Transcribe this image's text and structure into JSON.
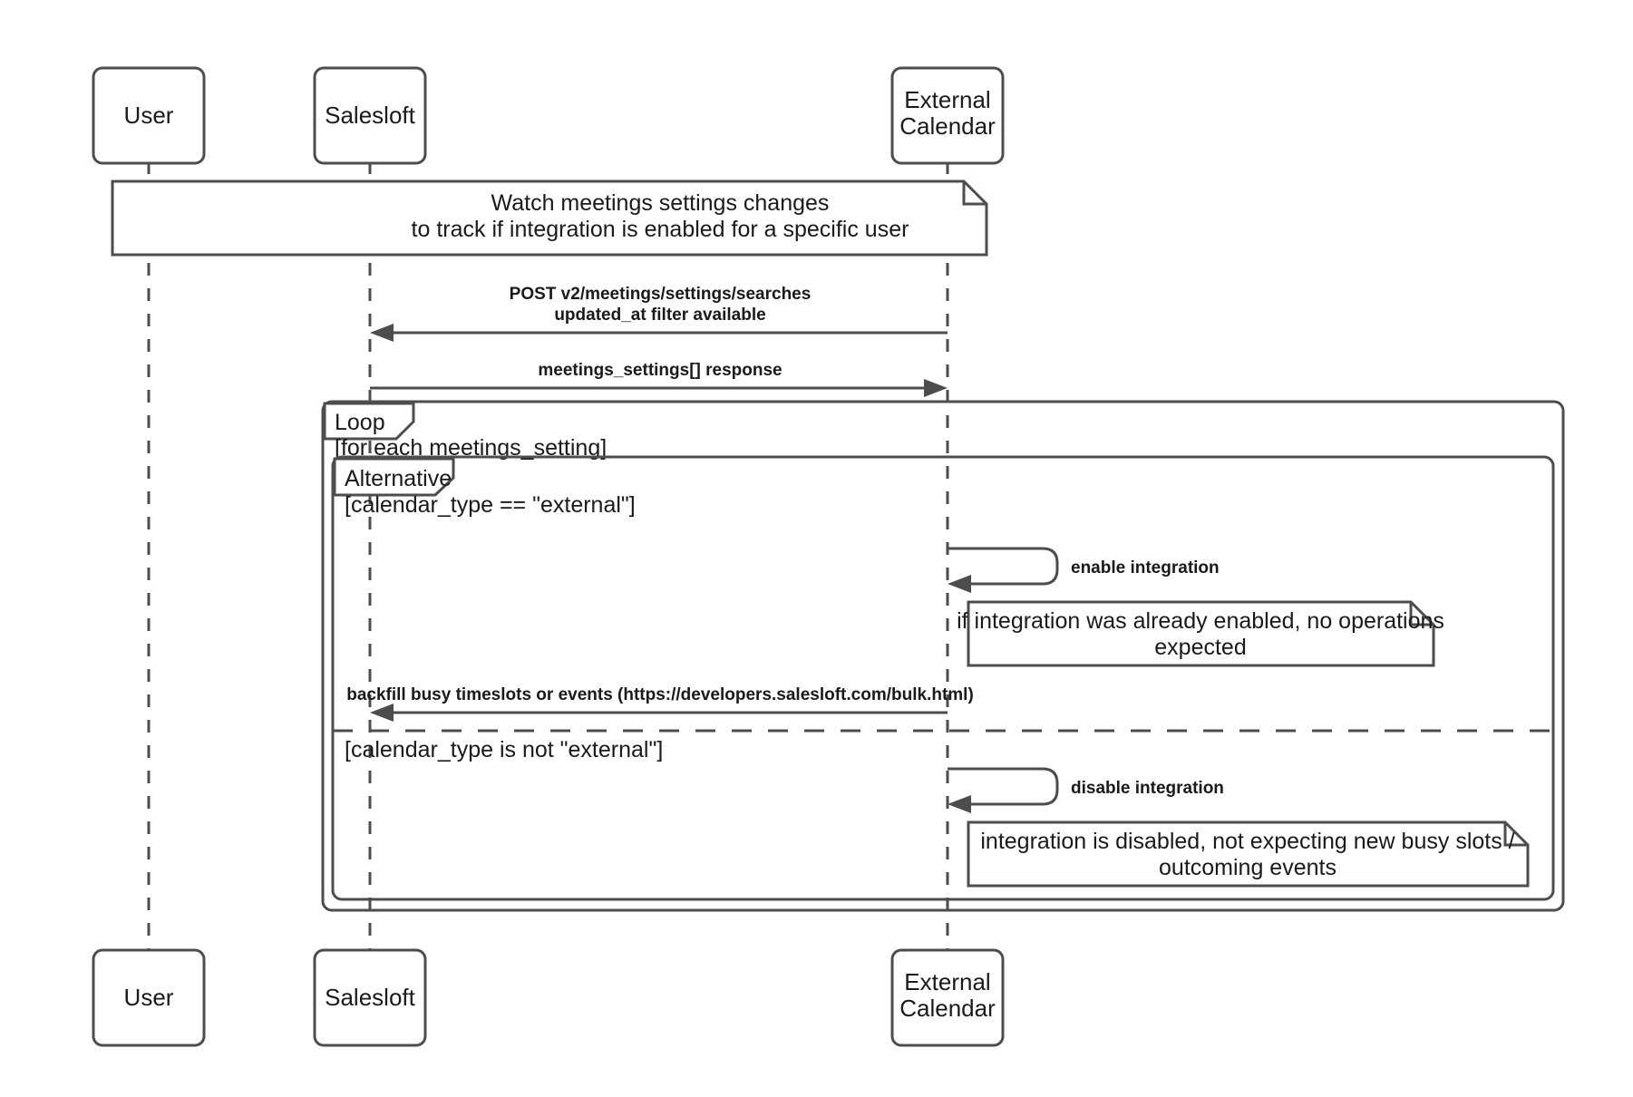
{
  "diagram": {
    "type": "uml-sequence-diagram",
    "title": "Salesloft meetings settings watch / calendar integration",
    "colors": {
      "stroke": "#4d4d4d",
      "text": "#1a1a1a",
      "background": "#ffffff"
    }
  },
  "participants": [
    {
      "id": "user",
      "label": "User"
    },
    {
      "id": "salesloft",
      "label": "Salesloft"
    },
    {
      "id": "external_calendar",
      "label_line1": "External",
      "label_line2": "Calendar",
      "label": "External Calendar"
    }
  ],
  "notes": [
    {
      "id": "note-watch",
      "line1": "Watch meetings settings changes",
      "line2": "to track if integration is enabled for a specific user"
    },
    {
      "id": "note-already-enabled",
      "line1": "if integration was already enabled, no operations",
      "line2": "expected"
    },
    {
      "id": "note-disabled",
      "line1": "integration is disabled, not expecting new busy slots /",
      "line2": "outcoming events"
    }
  ],
  "messages": [
    {
      "id": "msg-post-searches",
      "line1": "POST v2/meetings/settings/searches",
      "line2": "updated_at filter available",
      "from": "external_calendar",
      "to": "salesloft",
      "direction": "left"
    },
    {
      "id": "msg-settings-response",
      "label": "meetings_settings[] response",
      "from": "salesloft",
      "to": "external_calendar",
      "direction": "right"
    },
    {
      "id": "msg-enable-integration",
      "label": "enable integration",
      "from": "external_calendar",
      "to": "external_calendar",
      "direction": "self"
    },
    {
      "id": "msg-backfill",
      "label": "backfill busy timeslots or events (https://developers.salesloft.com/bulk.html)",
      "from": "external_calendar",
      "to": "salesloft",
      "direction": "left"
    },
    {
      "id": "msg-disable-integration",
      "label": "disable integration",
      "from": "external_calendar",
      "to": "external_calendar",
      "direction": "self"
    }
  ],
  "fragments": [
    {
      "id": "frag-loop",
      "tag": "Loop",
      "guard": "[for each meetings_setting]"
    },
    {
      "id": "frag-alt",
      "tag": "Alternative",
      "guard_primary": "[calendar_type == \"external\"]",
      "guard_else": "[calendar_type is not \"external\"]"
    }
  ]
}
